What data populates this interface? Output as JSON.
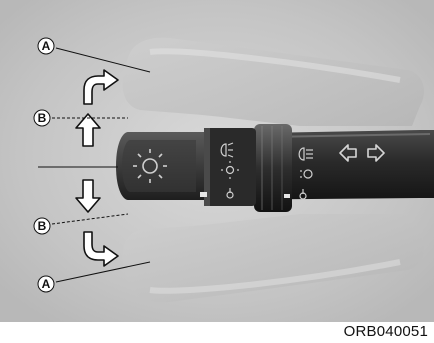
{
  "callouts": {
    "a_top": "A",
    "b_top": "B",
    "b_bottom": "B",
    "a_bottom": "A"
  },
  "image_code": "ORB040051"
}
